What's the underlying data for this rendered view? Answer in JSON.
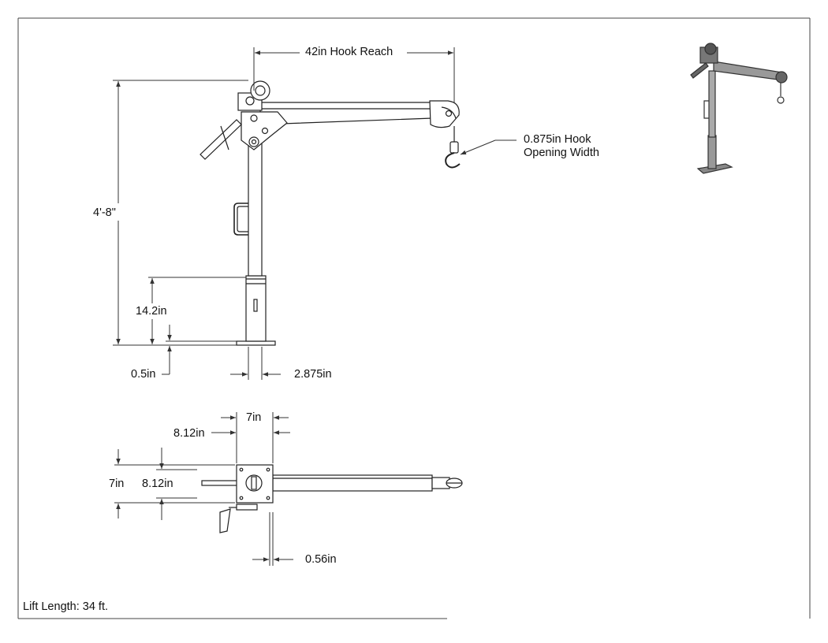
{
  "drawing": {
    "line_color": "#222222",
    "dim_color": "#333333",
    "border_color": "#444444",
    "thumbnail_color": "#555555"
  },
  "dimensions": {
    "hook_reach": "42in Hook Reach",
    "hook_opening": "0.875in Hook Opening Width",
    "overall_height": "4'-8\"",
    "sleeve_height": "14.2in",
    "base_plate_thickness": "0.5in",
    "mast_diameter": "2.875in",
    "top_width": "7in",
    "top_offset": "8.12in",
    "side_width": "7in",
    "side_offset": "8.12in",
    "handle_offset": "0.56in"
  },
  "footer": {
    "lift_length": "Lift Length: 34 ft."
  }
}
